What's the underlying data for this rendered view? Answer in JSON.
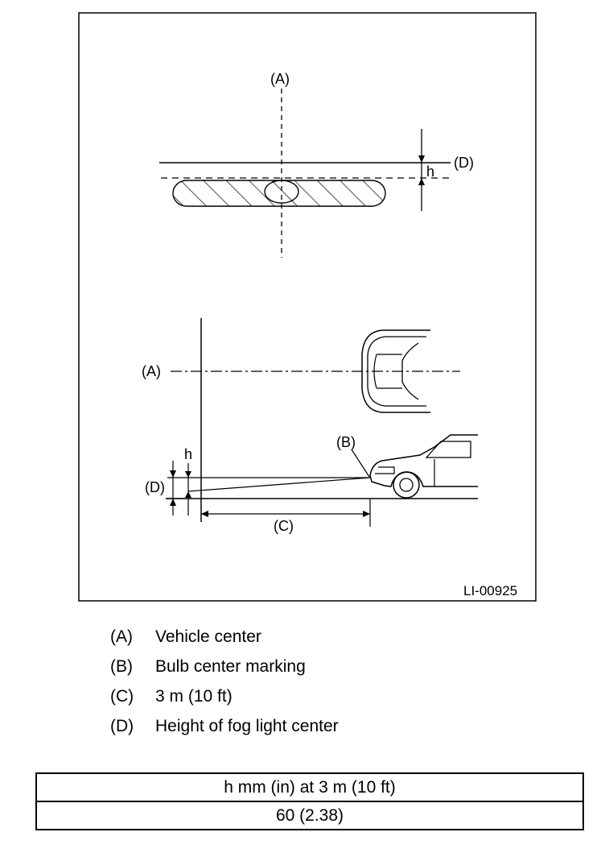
{
  "figure": {
    "callouts": {
      "a": "(A)",
      "b": "(B)",
      "c": "(C)",
      "d": "(D)",
      "h": "h"
    },
    "figure_id": "LI-00925"
  },
  "legend": [
    {
      "key": "(A)",
      "text": "Vehicle center"
    },
    {
      "key": "(B)",
      "text": "Bulb center marking"
    },
    {
      "key": "(C)",
      "text": "3 m (10 ft)"
    },
    {
      "key": "(D)",
      "text": "Height of fog light center"
    }
  ],
  "table": {
    "header": "h mm (in) at 3 m (10 ft)",
    "value": "60 (2.38)"
  }
}
